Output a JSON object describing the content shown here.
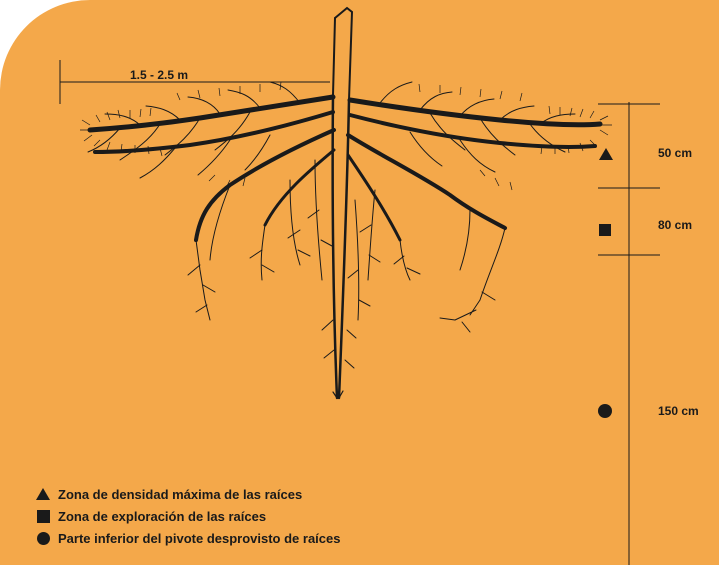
{
  "colors": {
    "background": "#F4A84A",
    "ink": "#1a1a1a"
  },
  "width_label": "1.5 - 2.5 m",
  "depth_markers": [
    {
      "symbol": "triangle",
      "label": "50 cm"
    },
    {
      "symbol": "square",
      "label": "80 cm"
    },
    {
      "symbol": "circle",
      "label": "150 cm"
    }
  ],
  "legend": [
    {
      "symbol": "triangle-icon",
      "text": "Zona de densidad máxima de las raíces"
    },
    {
      "symbol": "square-icon",
      "text": "Zona de exploración de las raíces"
    },
    {
      "symbol": "circle-icon",
      "text": "Parte inferior del pivote desprovisto de raíces"
    }
  ]
}
